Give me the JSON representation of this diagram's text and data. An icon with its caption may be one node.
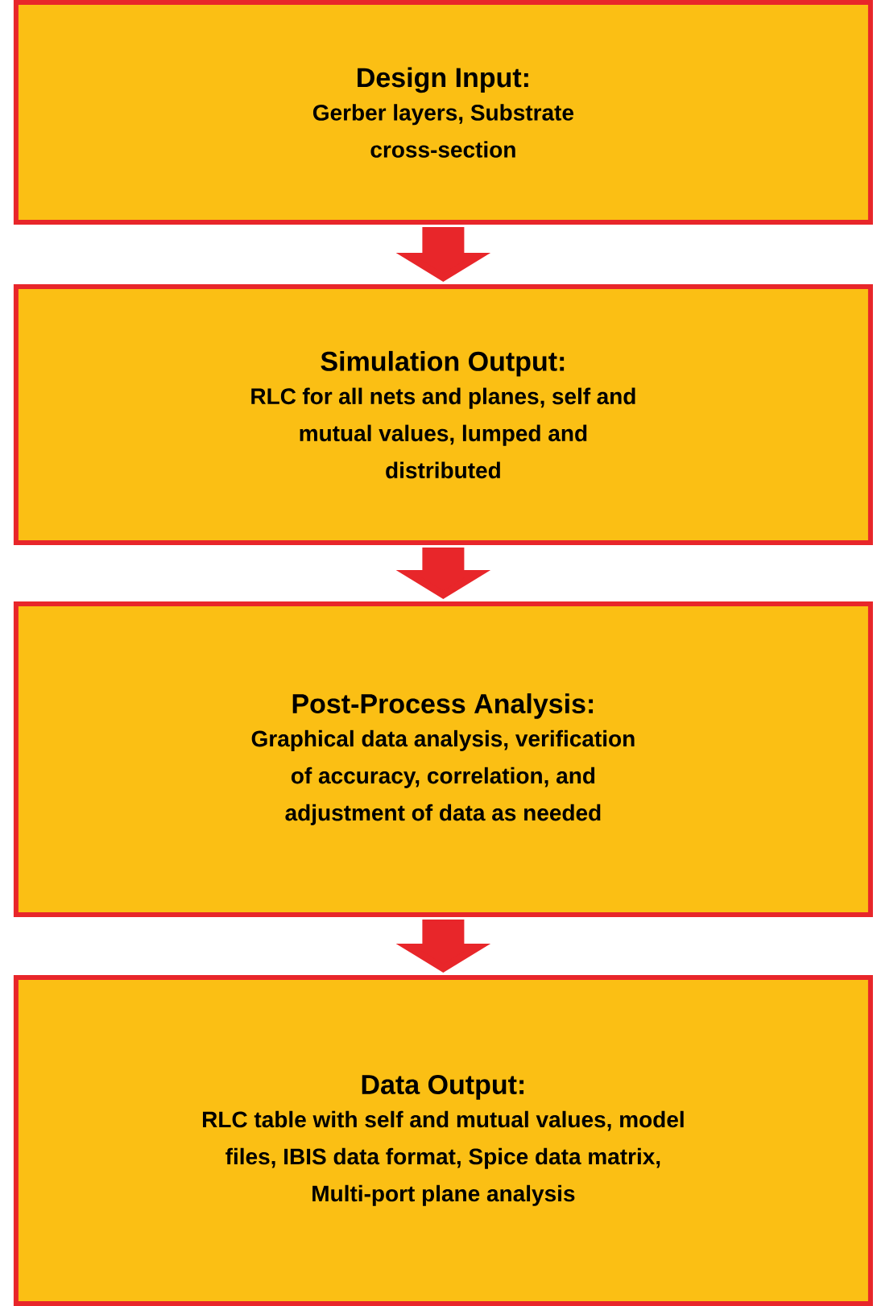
{
  "diagram": {
    "nodes": [
      {
        "text": [
          "Design Input:",
          "Gerber layers, Substrate cross-section"
        ]
      },
      {
        "text": [
          "Simulation Output:",
          "RLC for all nets and planes, self and mutual values, lumped and distributed"
        ]
      },
      {
        "text": [
          "Post-Process Analysis:",
          "Graphical data analysis, verification of accuracy, correlation, and adjustment of data as needed"
        ]
      },
      {
        "text": [
          "Data Output:",
          "RLC table with self and mutual values, model files, IBIS data format, Spice data matrix, Multi-port plane analysis"
        ]
      }
    ],
    "edges": [
      {
        "from": 0,
        "to": 1,
        "arrow": "to"
      },
      {
        "from": 1,
        "to": 2,
        "arrow": "to"
      },
      {
        "from": 2,
        "to": 3,
        "arrow": "to"
      }
    ]
  }
}
